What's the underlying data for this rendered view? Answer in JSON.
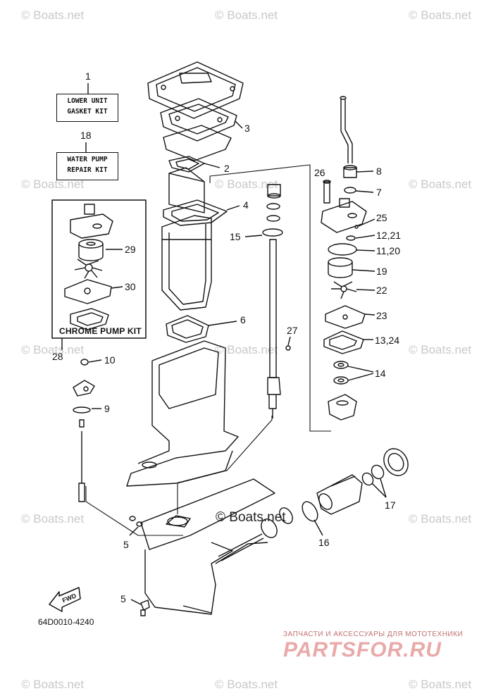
{
  "watermark": "© Boats.net",
  "center_watermark": "© Boats.net",
  "diagram_code": "64D0010-4240",
  "fwd_label": "FWD",
  "kits": {
    "lower_unit": {
      "number": "1",
      "line1": "LOWER UNIT",
      "line2": "GASKET KIT"
    },
    "water_pump": {
      "number": "18",
      "line1": "WATER PUMP",
      "line2": "REPAIR KIT"
    },
    "chrome": {
      "number": "28",
      "label": "CHROME PUMP KIT"
    }
  },
  "callouts": {
    "c2": "2",
    "c3": "3",
    "c4": "4",
    "c5a": "5",
    "c5b": "5",
    "c6": "6",
    "c7": "7",
    "c8": "8",
    "c9": "9",
    "c10": "10",
    "c11_20": "11,20",
    "c12_21": "12,21",
    "c13_24": "13,24",
    "c14": "14",
    "c15": "15",
    "c16": "16",
    "c17": "17",
    "c19": "19",
    "c22": "22",
    "c23": "23",
    "c25": "25",
    "c26": "26",
    "c27": "27",
    "c29": "29",
    "c30": "30"
  },
  "brand": {
    "tagline": "ЗАПЧАСТИ И АКСЕССУАРЫ ДЛЯ МОТОТЕХНИКИ",
    "logo": "PARTSFOR.RU"
  }
}
